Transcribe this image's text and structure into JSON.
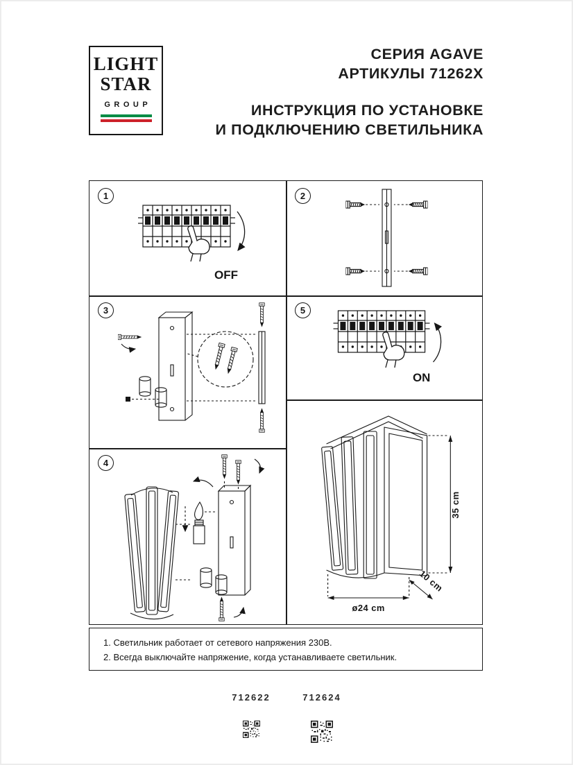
{
  "header": {
    "series": "СЕРИЯ AGAVE",
    "articles": "АРТИКУЛЫ 71262X",
    "instruction_line1": "ИНСТРУКЦИЯ ПО УСТАНОВКЕ",
    "instruction_line2": "И ПОДКЛЮЧЕНИЮ СВЕТИЛЬНИКА"
  },
  "logo": {
    "word1": "LIGHT",
    "word2": "STAR",
    "word3": "GROUP",
    "flag_green": "#008c45",
    "flag_white": "#ffffff",
    "flag_red": "#cd212a"
  },
  "steps": {
    "step1": {
      "num": "1",
      "switch_label": "OFF"
    },
    "step2": {
      "num": "2"
    },
    "step3": {
      "num": "3"
    },
    "step4": {
      "num": "4"
    },
    "step5": {
      "num": "5",
      "switch_label": "ON"
    }
  },
  "product": {
    "height_label": "35 cm",
    "depth_label": "10 cm",
    "diameter_label": "ø24 cm"
  },
  "notes": {
    "line1": "1. Светильник работает от сетевого напряжения 230В.",
    "line2": "2. Всегда выключайте напряжение, когда устанавливаете светильник."
  },
  "footer": {
    "code1": "712622",
    "code2": "712624"
  }
}
